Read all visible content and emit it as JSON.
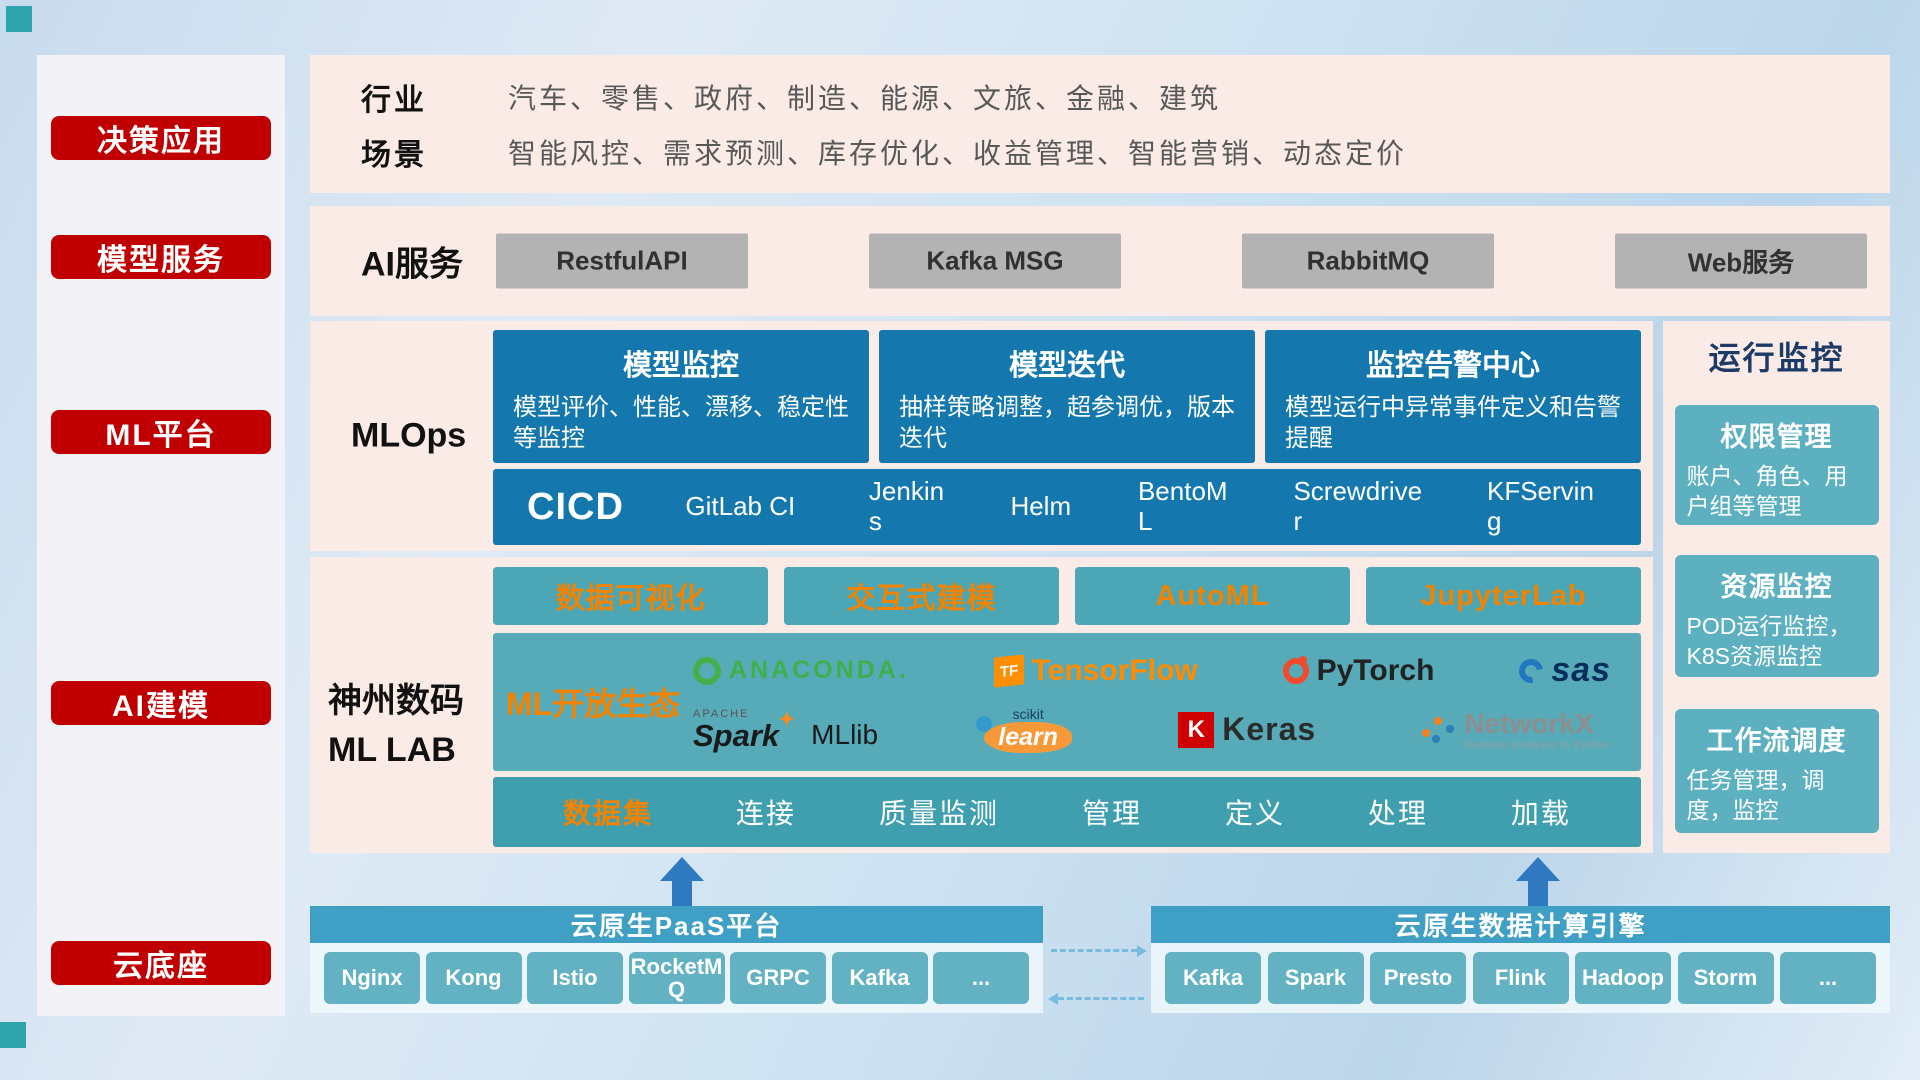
{
  "colors": {
    "badge_red": "#c00000",
    "panel_pink": "#fbebe7",
    "box_blue": "#1478ae",
    "teal": "#4ba7b5",
    "teal_dark": "#3f9fae",
    "teal_light": "#5db0c0",
    "orange_accent": "#f08300",
    "bottom_blue": "#3f9fc4",
    "gray_button": "#b3b3b3",
    "corner_teal": "#2fa3ab"
  },
  "sidebar": {
    "items": [
      {
        "label": "决策应用"
      },
      {
        "label": "模型服务"
      },
      {
        "label": "ML平台"
      },
      {
        "label": "AI建模"
      },
      {
        "label": "云底座"
      }
    ]
  },
  "industry": {
    "label": "行业",
    "text": "汽车、零售、政府、制造、能源、文旅、金融、建筑"
  },
  "scene": {
    "label": "场景",
    "text": "智能风控、需求预测、库存优化、收益管理、智能营销、动态定价"
  },
  "ai_service": {
    "label": "AI服务",
    "buttons": [
      "RestfulAPI",
      "Kafka MSG",
      "RabbitMQ",
      "Web服务"
    ]
  },
  "mlops": {
    "label": "MLOps",
    "boxes": [
      {
        "title": "模型监控",
        "desc": "模型评价、性能、漂移、稳定性等监控"
      },
      {
        "title": "模型迭代",
        "desc": "抽样策略调整，超参调优，版本迭代"
      },
      {
        "title": "监控告警中心",
        "desc": "模型运行中异常事件定义和告警提醒"
      }
    ],
    "cicd_label": "CICD",
    "cicd_items": [
      "GitLab CI",
      "Jenkins",
      "Helm",
      "BentoML",
      "Screwdriver",
      "KFServing"
    ]
  },
  "mllab": {
    "label_line1": "神州数码",
    "label_line2": "ML LAB",
    "tools": [
      "数据可视化",
      "交互式建模",
      "AutoML",
      "JupyterLab"
    ],
    "eco_label": "ML开放生态",
    "logos": {
      "anaconda": "ANACONDA.",
      "tensorflow_mark": "TF",
      "tensorflow": "TensorFlow",
      "pytorch": "PyTorch",
      "sas": "sas",
      "apache": "APACHE",
      "spark": "Spark",
      "spark_star": "✦",
      "mllib": "MLlib",
      "scikit": "scikit",
      "learn": "learn",
      "keras_k": "K",
      "keras": "Keras",
      "networkx": "NetworkX",
      "networkx_sub": "Network Analysis in Python"
    },
    "dataset_label": "数据集",
    "dataset_items": [
      "连接",
      "质量监测",
      "管理",
      "定义",
      "处理",
      "加载"
    ]
  },
  "monitor": {
    "title": "运行监控",
    "boxes": [
      {
        "title": "权限管理",
        "desc": "账户、角色、用户组等管理"
      },
      {
        "title": "资源监控",
        "desc": "POD运行监控，K8S资源监控"
      },
      {
        "title": "工作流调度",
        "desc": "任务管理，调度，监控"
      }
    ]
  },
  "foundation": {
    "paas_title": "云原生PaaS平台",
    "paas_items": [
      "Nginx",
      "Kong",
      "Istio",
      "RocketMQ",
      "GRPC",
      "Kafka",
      "..."
    ],
    "engine_title": "云原生数据计算引擎",
    "engine_items": [
      "Kafka",
      "Spark",
      "Presto",
      "Flink",
      "Hadoop",
      "Storm",
      "..."
    ]
  }
}
